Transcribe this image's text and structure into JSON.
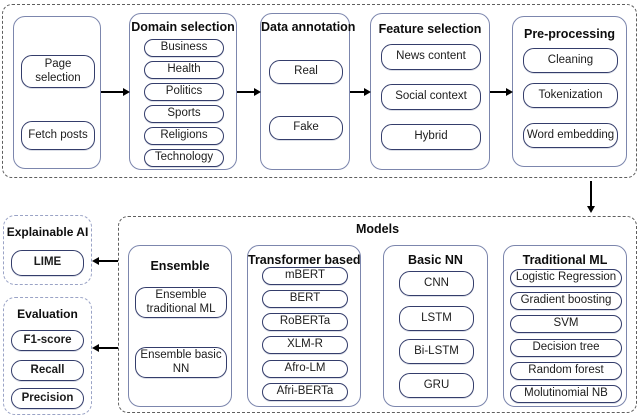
{
  "figure": {
    "description_title": "Fake news detection pipeline diagram"
  },
  "pipeline": {
    "collection": {
      "items": [
        "Page selection",
        "Fetch posts"
      ]
    },
    "domain_selection": {
      "title": "Domain selection",
      "items": [
        "Business",
        "Health",
        "Politics",
        "Sports",
        "Religions",
        "Technology"
      ]
    },
    "data_annotation": {
      "title": "Data annotation",
      "items": [
        "Real",
        "Fake"
      ]
    },
    "feature_selection": {
      "title": "Feature selection",
      "items": [
        "News content",
        "Social context",
        "Hybrid"
      ]
    },
    "pre_processing": {
      "title": "Pre-processing",
      "items": [
        "Cleaning",
        "Tokenization",
        "Word embedding"
      ]
    }
  },
  "models": {
    "title": "Models",
    "ensemble": {
      "title": "Ensemble",
      "items": [
        "Ensemble traditional ML",
        "Ensemble basic NN"
      ]
    },
    "transformer_based": {
      "title": "Transformer based",
      "items": [
        "mBERT",
        "BERT",
        "RoBERTa",
        "XLM-R",
        "Afro-LM",
        "Afri-BERTa"
      ]
    },
    "basic_nn": {
      "title": "Basic NN",
      "items": [
        "CNN",
        "LSTM",
        "Bi-LSTM",
        "GRU"
      ]
    },
    "traditional_ml": {
      "title": "Traditional ML",
      "items": [
        "Logistic Regression",
        "Gradient boosting",
        "SVM",
        "Decision tree",
        "Random forest",
        "Molutinomial NB"
      ]
    }
  },
  "explainable_ai": {
    "title": "Explainable AI",
    "items": [
      "LIME"
    ]
  },
  "evaluation": {
    "title": "Evaluation",
    "items": [
      "F1-score",
      "Recall",
      "Precision"
    ]
  },
  "colors": {
    "pill_border": "#343d6b",
    "box_border": "#7c86ad",
    "outer_dash": "#5e5e5e",
    "side_dash": "#9aa3c6",
    "arrow": "#000000"
  }
}
